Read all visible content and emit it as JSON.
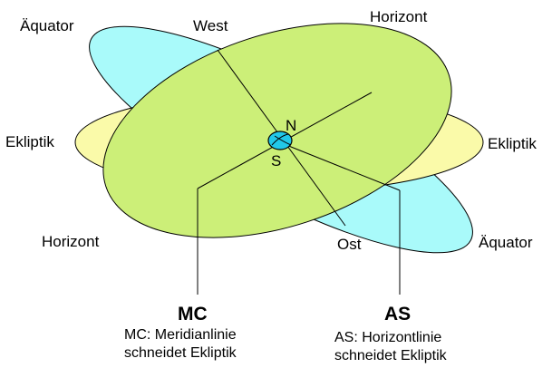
{
  "colors": {
    "aequator": "#a9fafa",
    "ekliptik": "#fafaa9",
    "horizont": "#ccef78",
    "earth": "#22c8e8",
    "line": "#000000"
  },
  "labels": {
    "aequator_left": "Äquator",
    "aequator_right": "Äquator",
    "ekliptik_left": "Ekliptik",
    "ekliptik_right": "Ekliptik",
    "horizont_top": "Horizont",
    "horizont_left": "Horizont",
    "west": "West",
    "ost": "Ost",
    "north": "N",
    "south": "S",
    "mc": "MC",
    "mc_desc_1": "MC: Meridianlinie",
    "mc_desc_2": "schneidet Ekliptik",
    "as": "AS",
    "as_desc_1": "AS: Horizontlinie",
    "as_desc_2": "schneidet Ekliptik"
  }
}
